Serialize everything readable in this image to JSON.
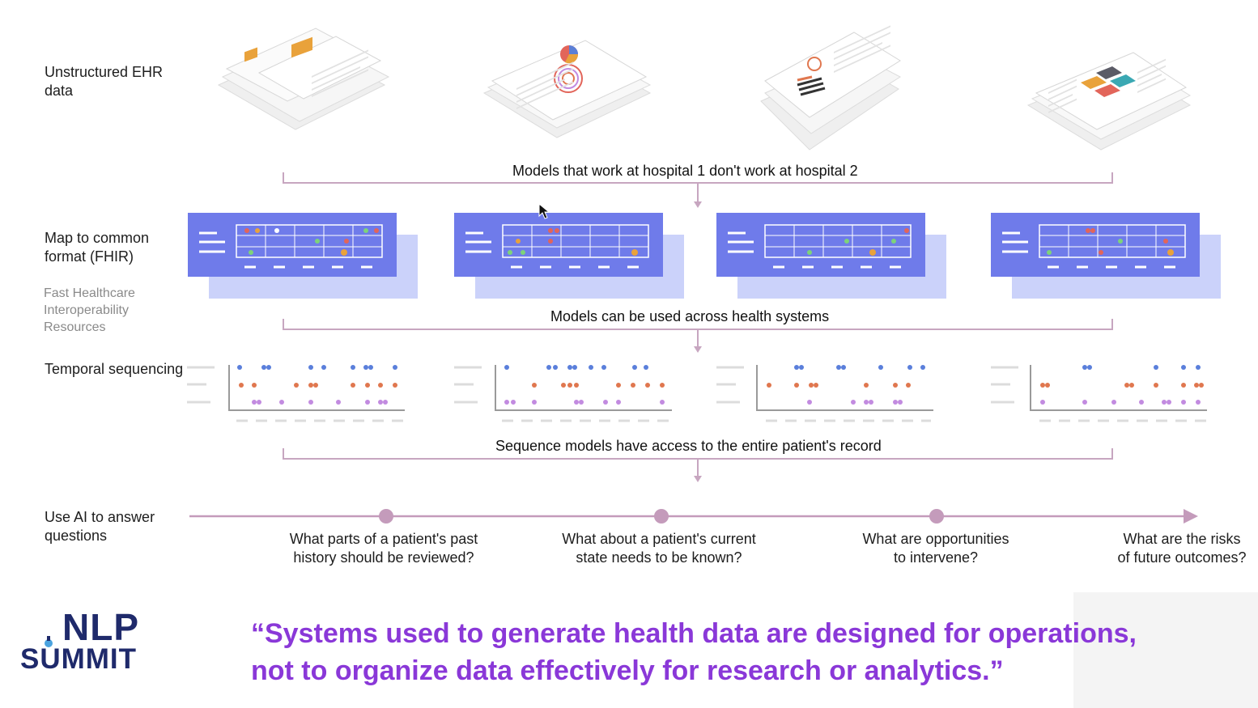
{
  "rows": {
    "ehr": "Unstructured EHR data",
    "fhir": "Map to common format (FHIR)",
    "fhir_expansion": "Fast Healthcare Interoperability Resources",
    "temporal": "Temporal sequencing",
    "ai": "Use AI to answer questions"
  },
  "brackets": {
    "b1": "Models that work at hospital 1 don't work at hospital 2",
    "b2": "Models can be used across health systems",
    "b3": "Sequence models have access to the entire patient's record"
  },
  "questions": [
    {
      "line1": "What parts of a patient's past",
      "line2": "history should be reviewed?"
    },
    {
      "line1": "What about a patient's current",
      "line2": "state needs to be known?"
    },
    {
      "line1": "What are opportunities",
      "line2": "to intervene?"
    },
    {
      "line1": "What are the risks",
      "line2": "of future outcomes?"
    }
  ],
  "quote": {
    "line1": "“Systems used to generate health data are designed for operations,",
    "line2": "not to organize data effectively for research or analytics.”"
  },
  "logo": {
    "top": "NLP",
    "bottom": "SUMMIT"
  },
  "colors": {
    "fhir_blue": "#6f7bea",
    "fhir_shadow": "#cbd2fa",
    "bracket": "#c7a6c0",
    "timeline": "#c49bbb",
    "quote": "#8a38d8",
    "logo": "#1f2a6b",
    "dot_blue": "#5a7fdb",
    "dot_orange": "#e0774f",
    "dot_purple": "#c28be0"
  }
}
